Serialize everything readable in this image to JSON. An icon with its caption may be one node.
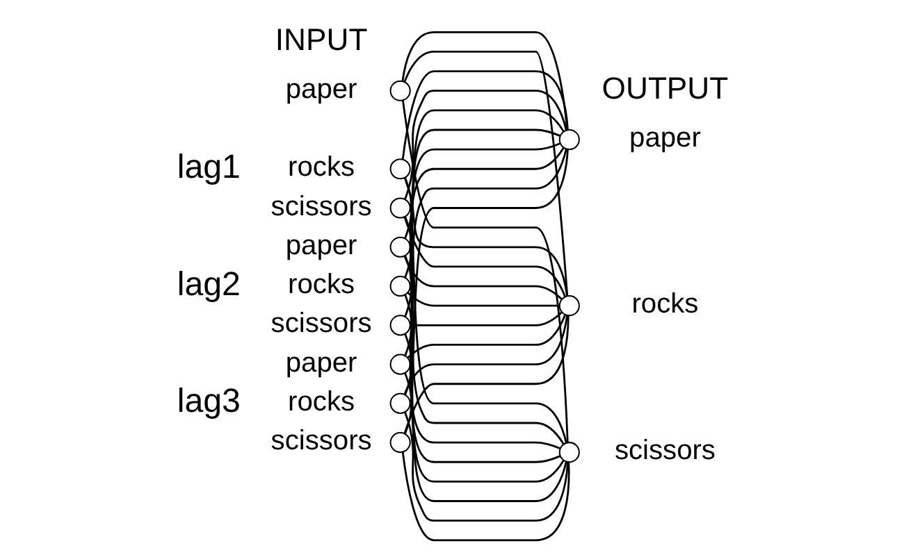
{
  "diagram": {
    "nodes": [
      {
        "text": [],
        "shape": "circle",
        "beside": [
          "paper"
        ]
      },
      {
        "text": [],
        "shape": "circle",
        "beside": [
          "rocks"
        ]
      },
      {
        "text": [],
        "shape": "circle",
        "beside": [
          "scissors"
        ]
      },
      {
        "text": [],
        "shape": "circle",
        "beside": [
          "paper"
        ]
      },
      {
        "text": [],
        "shape": "circle",
        "beside": [
          "rocks"
        ]
      },
      {
        "text": [],
        "shape": "circle",
        "beside": [
          "scissors"
        ]
      },
      {
        "text": [],
        "shape": "circle",
        "beside": [
          "paper"
        ]
      },
      {
        "text": [],
        "shape": "circle",
        "beside": [
          "rocks"
        ]
      },
      {
        "text": [],
        "shape": "circle",
        "beside": [
          "scissors"
        ]
      },
      {
        "text": [],
        "shape": "circle",
        "beside": [
          "paper"
        ]
      },
      {
        "text": [],
        "shape": "circle",
        "beside": [
          "rocks"
        ]
      },
      {
        "text": [],
        "shape": "circle",
        "beside": [
          "scissors"
        ]
      }
    ],
    "edges": [
      {
        "from": 0,
        "to": 9,
        "arrow": "none"
      },
      {
        "from": 0,
        "to": 10,
        "arrow": "none"
      },
      {
        "from": 0,
        "to": 11,
        "arrow": "none"
      },
      {
        "from": 1,
        "to": 9,
        "arrow": "none"
      },
      {
        "from": 1,
        "to": 10,
        "arrow": "none"
      },
      {
        "from": 1,
        "to": 11,
        "arrow": "none"
      },
      {
        "from": 2,
        "to": 9,
        "arrow": "none"
      },
      {
        "from": 2,
        "to": 10,
        "arrow": "none"
      },
      {
        "from": 2,
        "to": 11,
        "arrow": "none"
      },
      {
        "from": 3,
        "to": 9,
        "arrow": "none"
      },
      {
        "from": 3,
        "to": 10,
        "arrow": "none"
      },
      {
        "from": 3,
        "to": 11,
        "arrow": "none"
      },
      {
        "from": 4,
        "to": 9,
        "arrow": "none"
      },
      {
        "from": 4,
        "to": 10,
        "arrow": "none"
      },
      {
        "from": 4,
        "to": 11,
        "arrow": "none"
      },
      {
        "from": 5,
        "to": 9,
        "arrow": "none"
      },
      {
        "from": 5,
        "to": 10,
        "arrow": "none"
      },
      {
        "from": 5,
        "to": 11,
        "arrow": "none"
      },
      {
        "from": 6,
        "to": 9,
        "arrow": "none"
      },
      {
        "from": 6,
        "to": 10,
        "arrow": "none"
      },
      {
        "from": 6,
        "to": 11,
        "arrow": "none"
      },
      {
        "from": 7,
        "to": 9,
        "arrow": "none"
      },
      {
        "from": 7,
        "to": 10,
        "arrow": "none"
      },
      {
        "from": 7,
        "to": 11,
        "arrow": "none"
      },
      {
        "from": 8,
        "to": 9,
        "arrow": "none"
      },
      {
        "from": 8,
        "to": 10,
        "arrow": "none"
      },
      {
        "from": 8,
        "to": 11,
        "arrow": "none"
      }
    ],
    "labels": [
      "INPUT",
      "OUTPUT",
      "lag1",
      "lag2",
      "lag3"
    ]
  }
}
